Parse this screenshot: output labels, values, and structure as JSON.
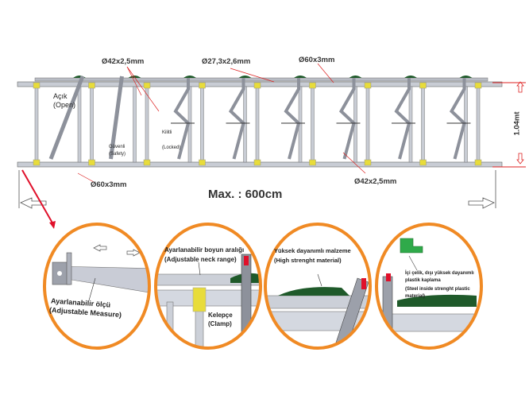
{
  "top": {
    "dims": {
      "top_left": "Ø42x2,5mm",
      "top_mid": "Ø27,3x2,6mm",
      "top_right": "Ø60x3mm",
      "bottom_left": "Ø60x3mm",
      "bottom_right": "Ø42x2,5mm",
      "height": "1.04mt",
      "length": "Max. : 600cm"
    },
    "states": {
      "open_tr": "Açık",
      "open_en": "(Open)",
      "safety_tr": "Güvenli",
      "safety_en": "(Safety)",
      "locked_tr": "Kilitli",
      "locked_en": "(Locked)"
    }
  },
  "details": [
    {
      "tr": "Ayarlanabilir ölçü",
      "en": "(Adjustable Measure)"
    },
    {
      "tr": "Ayarlanabilir boyun aralığı",
      "en": "(Adjustable neck range)",
      "clamp_tr": "Kelepçe",
      "clamp_en": "(Clamp)"
    },
    {
      "tr": "Yüksek dayanımlı malzeme",
      "en": "(High strenght material)"
    },
    {
      "tr": "İçi çelik, dışı yüksek dayanımlı plastik kaplama",
      "en": "(Steel inside strenght plastic material)"
    }
  ],
  "colors": {
    "accent": "#f08a24",
    "pointer": "#e0102a",
    "plastic": "#1f5a2a",
    "clamp": "#e8dc3a"
  }
}
